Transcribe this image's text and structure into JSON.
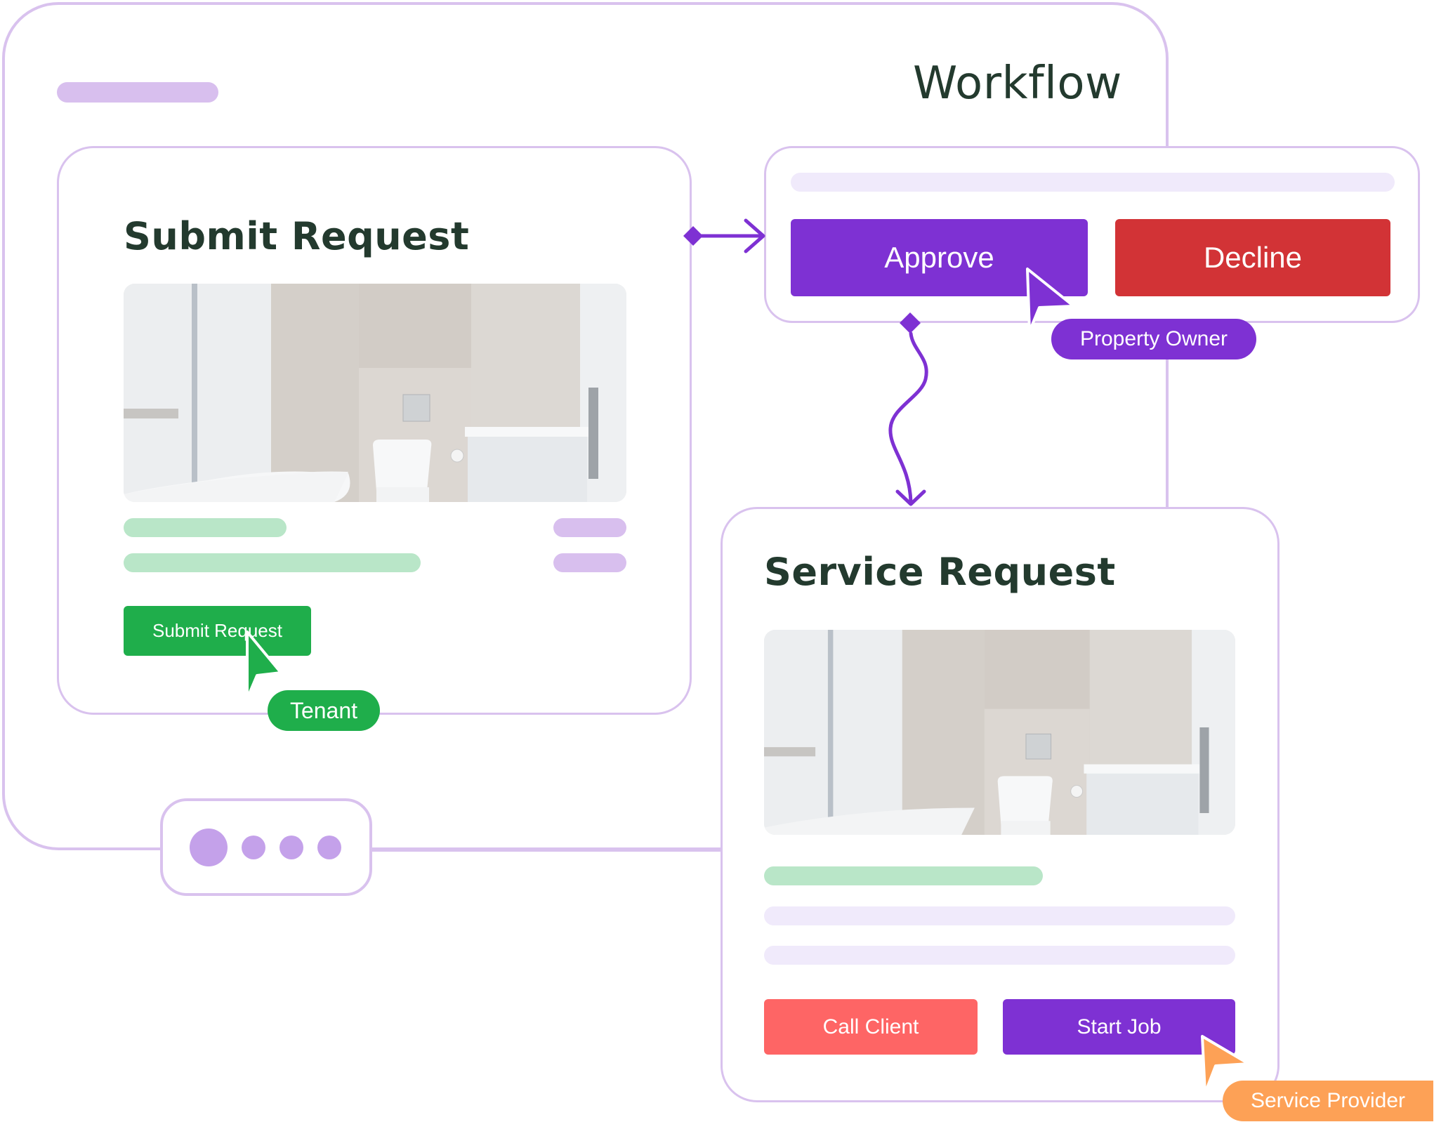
{
  "header": {
    "title": "Workflow"
  },
  "submit_card": {
    "title": "Submit Request",
    "photo_alt": "bathroom photo",
    "button_label": "Submit Request",
    "actor_label": "Tenant"
  },
  "approval_card": {
    "approve_label": "Approve",
    "decline_label": "Decline",
    "actor_label": "Property Owner"
  },
  "service_card": {
    "title": "Service Request",
    "photo_alt": "bathroom photo",
    "call_label": "Call Client",
    "start_label": "Start Job",
    "actor_label": "Service Provider"
  },
  "pagination": {
    "total_dots": 4,
    "active_index": 0
  },
  "colors": {
    "frame_border": "#d9c2ee",
    "title_text": "#233a2e",
    "tenant_green": "#1fae4b",
    "owner_purple": "#7e31d3",
    "decline_red": "#d23336",
    "call_coral": "#fe6565",
    "provider_orange": "#fda156",
    "connector_purple": "#7e31d3"
  },
  "icons": {
    "cursor": "cursor-arrow-icon",
    "connector_start": "diamond-icon",
    "connector_end": "arrow-head-icon"
  }
}
